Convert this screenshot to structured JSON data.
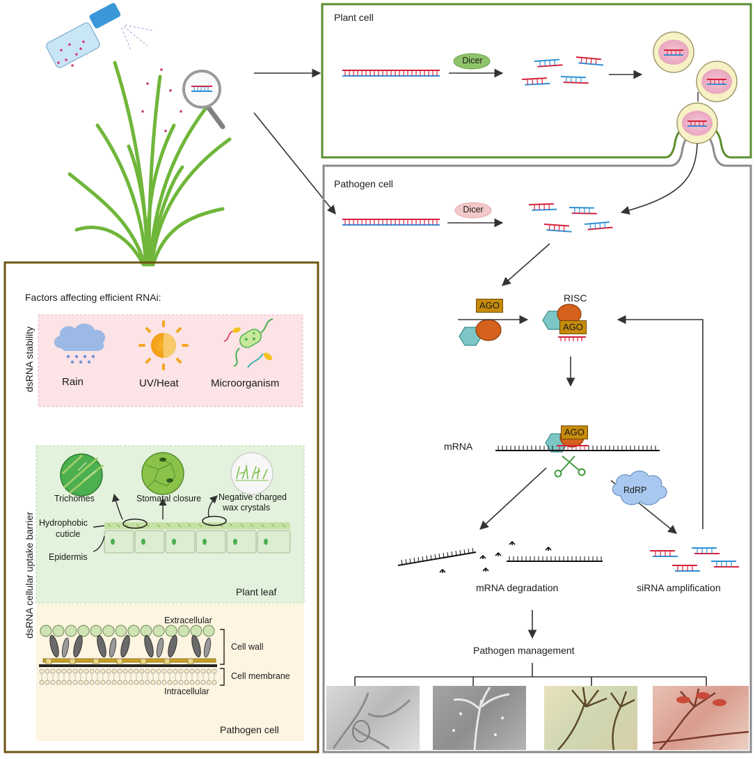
{
  "plant_cell": {
    "title": "Plant cell",
    "dicer_label": "Dicer"
  },
  "pathogen_cell": {
    "title": "Pathogen cell",
    "dicer_label": "Dicer",
    "ago_label": "AGO",
    "risc_label": "RISC",
    "risc_ago_label": "AGO",
    "mrna_ago_label": "AGO",
    "mrna_label": "mRNA",
    "rdrp_label": "RdRP",
    "mrna_degradation_label": "mRNA degradation",
    "sirna_amplification_label": "siRNA amplification",
    "pathogen_management_label": "Pathogen management",
    "photos": [
      "pathogen-photo-1",
      "pathogen-photo-2",
      "pathogen-photo-3",
      "pathogen-photo-4"
    ]
  },
  "factors": {
    "title": "Factors affecting efficient RNAi:",
    "stability": {
      "section_label": "dsRNA stability",
      "items": [
        "Rain",
        "UV/Heat",
        "Microorganism"
      ]
    },
    "uptake": {
      "section_label": "dsRNA cellular uptake barrier",
      "leaf": {
        "trichomes": "Trichomes",
        "stomatal_closure": "Stomatal closure",
        "wax_line1": "Negative charged",
        "wax_line2": "wax crystals",
        "cuticle_line1": "Hydrophobic",
        "cuticle_line2": "cuticle",
        "epidermis": "Epidermis",
        "panel_label": "Plant leaf"
      },
      "pathogen": {
        "extracellular": "Extracellular",
        "cell_wall": "Cell wall",
        "cell_membrane": "Cell membrane",
        "intracellular": "Intracellular",
        "panel_label": "Pathogen cell"
      }
    }
  },
  "colors": {
    "plant_box": "#5a8f2e",
    "pathogen_box": "#8a8a8a",
    "factors_box": "#6e5410",
    "rna_red": "#d6203a",
    "rna_blue": "#2e8fd6",
    "dicer_green": "#8fc46a",
    "dicer_pink": "#f3c8c8",
    "ago_gold": "#c68b0c",
    "ago_orange": "#d4611c",
    "teal": "#7cc6c6",
    "rdrp": "#a9c8ef",
    "stability_bg": "#fbe3e6",
    "leaf_bg": "#e3f2dc",
    "pathogen_bg": "#fdf4e1"
  }
}
